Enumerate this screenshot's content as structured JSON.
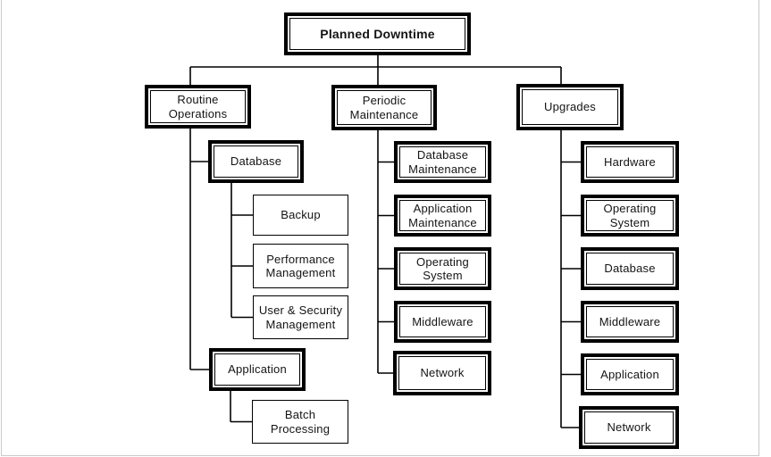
{
  "diagram_title": "Planned Downtime",
  "tree": {
    "root": {
      "label": "Planned Downtime"
    },
    "branches": [
      {
        "label": "Routine Operations",
        "children": [
          {
            "label": "Database",
            "children": [
              {
                "label": "Backup"
              },
              {
                "label": "Performance Management"
              },
              {
                "label": "User & Security Management"
              }
            ]
          },
          {
            "label": "Application",
            "children": [
              {
                "label": "Batch Processing"
              }
            ]
          }
        ]
      },
      {
        "label": "Periodic Maintenance",
        "children": [
          {
            "label": "Database Maintenance"
          },
          {
            "label": "Application Maintenance"
          },
          {
            "label": "Operating System"
          },
          {
            "label": "Middleware"
          },
          {
            "label": "Network"
          }
        ]
      },
      {
        "label": "Upgrades",
        "children": [
          {
            "label": "Hardware"
          },
          {
            "label": "Operating System"
          },
          {
            "label": "Database"
          },
          {
            "label": "Middleware"
          },
          {
            "label": "Application"
          },
          {
            "label": "Network"
          }
        ]
      }
    ]
  },
  "colors": {
    "box_border": "#000000",
    "text": "#141414",
    "background": "#ffffff",
    "frame_line": "#c9c9c9"
  }
}
